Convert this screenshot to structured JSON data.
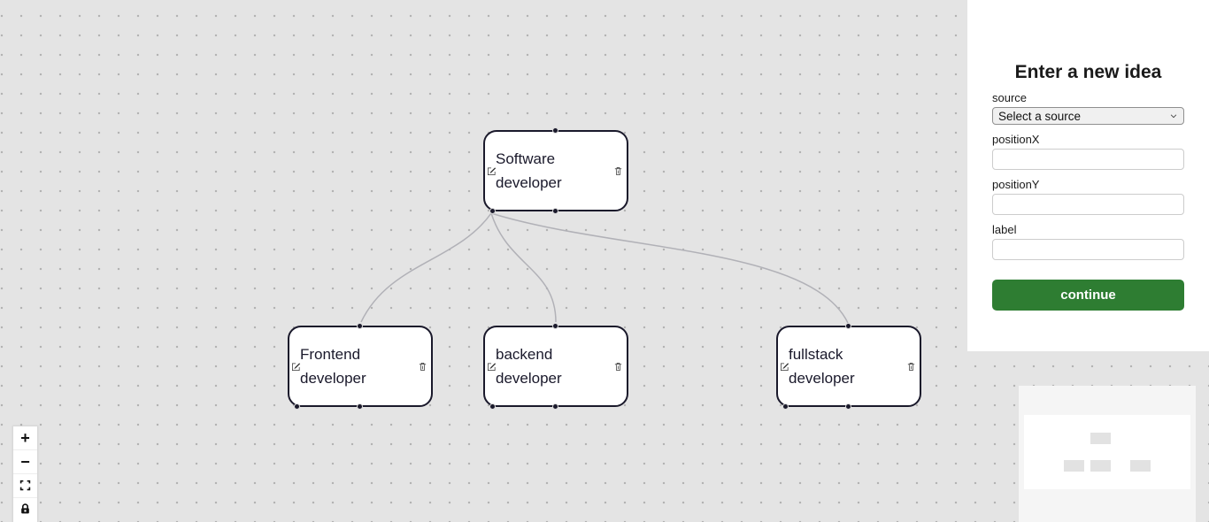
{
  "canvas": {
    "nodes": [
      {
        "id": "root",
        "label": "Software developer"
      },
      {
        "id": "frontend",
        "label": "Frontend developer"
      },
      {
        "id": "backend",
        "label": "backend developer"
      },
      {
        "id": "fullstack",
        "label": "fullstack developer"
      }
    ],
    "edges": [
      {
        "from": "root",
        "to": "frontend"
      },
      {
        "from": "root",
        "to": "backend"
      },
      {
        "from": "root",
        "to": "fullstack"
      }
    ]
  },
  "controls": {
    "zoom_in_glyph": "+",
    "zoom_out_glyph": "−"
  },
  "panel": {
    "title": "Enter a new idea",
    "source_label": "source",
    "source_value": "Select a source",
    "position_x_label": "positionX",
    "position_x_value": "",
    "position_y_label": "positionY",
    "position_y_value": "",
    "label_label": "label",
    "label_value": "",
    "submit_label": "continue"
  },
  "colors": {
    "canvas_bg": "#e4e4e4",
    "edge": "#b1b1b7",
    "node_border": "#1a192b",
    "submit_button": "#2e7d32",
    "minimap_bg": "#f5f5f5",
    "minimap_node": "#e2e2e2"
  }
}
